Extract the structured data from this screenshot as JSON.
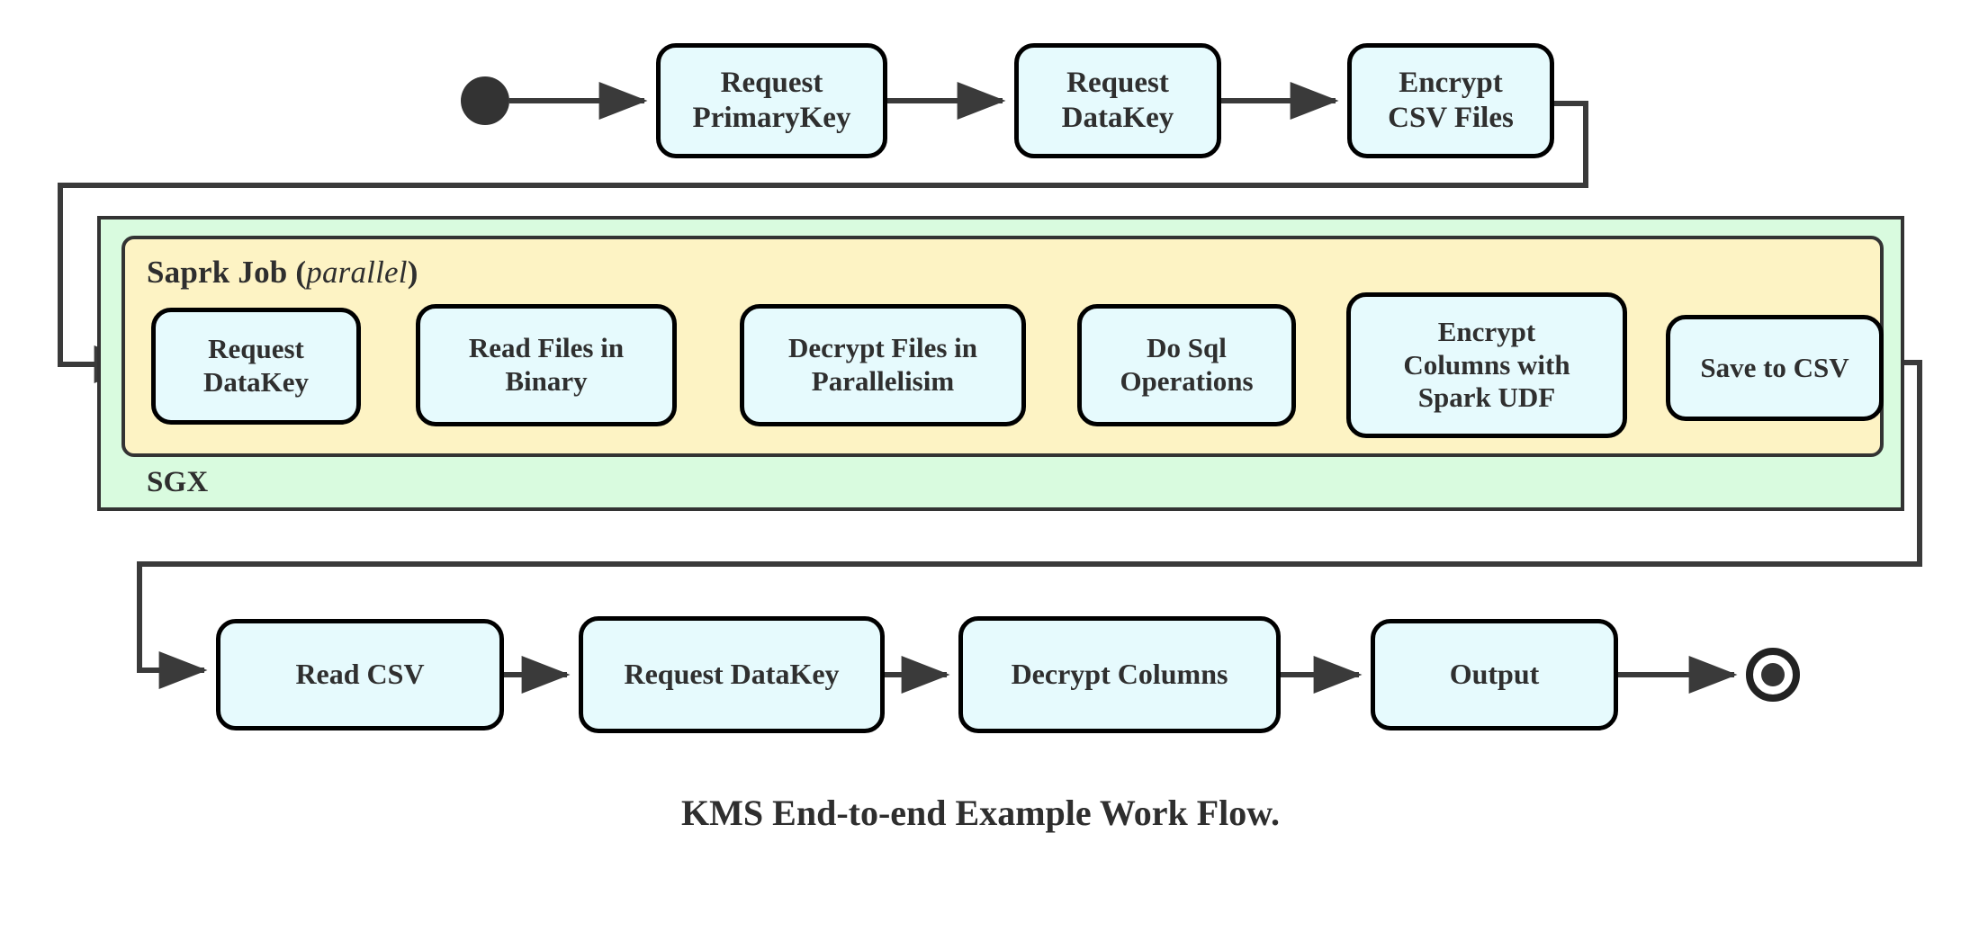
{
  "diagram": {
    "caption": "KMS End-to-end Example Work Flow.",
    "colors": {
      "node_fill": "#e6fafd",
      "node_border": "#000000",
      "sgx_fill": "#d9fbdf",
      "spark_fill": "#fdf3c4",
      "container_border": "#333333",
      "connector": "#3a3a3a",
      "text": "#2f2f2f",
      "background": "#ffffff"
    },
    "containers": {
      "sgx": {
        "label": "SGX"
      },
      "spark": {
        "label_main": "Saprk Job ",
        "label_open": "(",
        "label_modifier": "parallel",
        "label_close": ")"
      }
    },
    "terminals": {
      "start": "start-node",
      "end": "end-node"
    },
    "nodes": {
      "top_row": [
        {
          "id": "request-primarykey",
          "label": "Request\nPrimaryKey"
        },
        {
          "id": "request-datakey-top",
          "label": "Request\nDataKey"
        },
        {
          "id": "encrypt-csv-files",
          "label": "Encrypt\nCSV Files"
        }
      ],
      "spark_row": [
        {
          "id": "request-datakey-spark",
          "label": "Request\nDataKey"
        },
        {
          "id": "read-files-binary",
          "label": "Read Files in\nBinary"
        },
        {
          "id": "decrypt-files",
          "label": "Decrypt Files in\nParallelisim"
        },
        {
          "id": "do-sql-operations",
          "label": "Do Sql\nOperations"
        },
        {
          "id": "encrypt-columns-udf",
          "label": "Encrypt\nColumns with\nSpark UDF"
        },
        {
          "id": "save-to-csv",
          "label": "Save to CSV"
        }
      ],
      "bottom_row": [
        {
          "id": "read-csv",
          "label": "Read CSV"
        },
        {
          "id": "request-datakey-2",
          "label": "Request DataKey"
        },
        {
          "id": "decrypt-columns",
          "label": "Decrypt Columns"
        },
        {
          "id": "output",
          "label": "Output"
        }
      ]
    }
  }
}
